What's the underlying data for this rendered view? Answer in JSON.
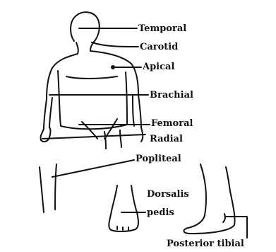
{
  "labels": {
    "temporal": "Temporal",
    "carotid": "Carotid",
    "apical": "Apical",
    "brachial": "Brachial",
    "femoral": "Femoral",
    "radial": "Radial",
    "popliteal": "Popliteal",
    "dorsalis": "Dorsalis",
    "pedis": "pedis",
    "posterior_tibial": "Posterior tibial"
  },
  "colors": {
    "ink": "#111111",
    "background": "#ffffff"
  }
}
